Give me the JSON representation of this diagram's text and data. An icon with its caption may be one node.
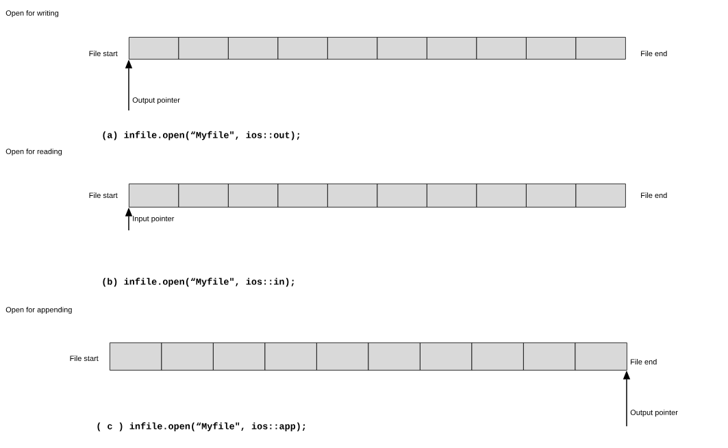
{
  "diagram": {
    "nodes": [
      {
        "text": [],
        "shape": "box"
      },
      {
        "text": [],
        "shape": "box"
      },
      {
        "text": [],
        "shape": "box"
      },
      {
        "text": [],
        "shape": "box"
      },
      {
        "text": [],
        "shape": "box"
      },
      {
        "text": [],
        "shape": "box"
      },
      {
        "text": [],
        "shape": "box"
      },
      {
        "text": [],
        "shape": "box"
      },
      {
        "text": [],
        "shape": "box"
      },
      {
        "text": [],
        "shape": "box"
      },
      {
        "text": [
          "Output pointer"
        ]
      },
      {
        "text": [],
        "shape": "box"
      },
      {
        "text": [],
        "shape": "box"
      },
      {
        "text": [],
        "shape": "box"
      },
      {
        "text": [],
        "shape": "box"
      },
      {
        "text": [],
        "shape": "box"
      },
      {
        "text": [],
        "shape": "box"
      },
      {
        "text": [],
        "shape": "box"
      },
      {
        "text": [],
        "shape": "box"
      },
      {
        "text": [],
        "shape": "box"
      },
      {
        "text": [],
        "shape": "box"
      },
      {
        "text": [
          "Input pointer"
        ]
      },
      {
        "text": [],
        "shape": "box"
      },
      {
        "text": [],
        "shape": "box"
      },
      {
        "text": [],
        "shape": "box"
      },
      {
        "text": [],
        "shape": "box"
      },
      {
        "text": [],
        "shape": "box"
      },
      {
        "text": [],
        "shape": "box"
      },
      {
        "text": [],
        "shape": "box"
      },
      {
        "text": [],
        "shape": "box"
      },
      {
        "text": [],
        "shape": "box"
      },
      {
        "text": [],
        "shape": "box"
      },
      {
        "text": [
          "Output pointer"
        ]
      }
    ],
    "edges": [
      {
        "from": 10,
        "to": 0,
        "arrow": "to"
      },
      {
        "from": 21,
        "to": 11,
        "arrow": "to"
      },
      {
        "from": 32,
        "to": 31,
        "arrow": "to"
      }
    ],
    "labels": [
      "Open for writing",
      "File start",
      "File end",
      "(a) infile.open(“Myfile\", ios::out);",
      "Open for reading",
      "File start",
      "File end",
      "(b) infile.open(“Myfile\", ios::in);",
      "Open for appending",
      "File start",
      "File end",
      "( c ) infile.open(“Myfile\", ios::app);"
    ]
  }
}
